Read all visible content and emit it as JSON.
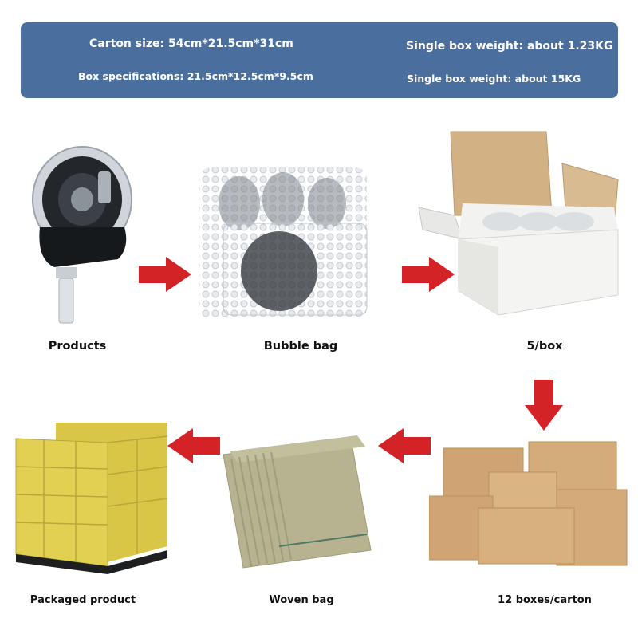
{
  "specs": {
    "carton_size": "Carton size: 54cm*21.5cm*31cm",
    "box_specifications": "Box specifications: 21.5cm*12.5cm*9.5cm",
    "single_box_weight_1": "Single box weight: about 1.23KG",
    "single_box_weight_2": "Single box weight: about 15KG"
  },
  "steps": {
    "products": "Products",
    "bubble_bag": "Bubble bag",
    "per_box": "5/box",
    "boxes_per_carton": "12 boxes/carton",
    "woven_bag": "Woven bag",
    "packaged_product": "Packaged product"
  },
  "colors": {
    "banner": "#4a6f9e",
    "arrow": "#d32327"
  },
  "icons": {
    "arrow": "red-arrow-icon"
  }
}
